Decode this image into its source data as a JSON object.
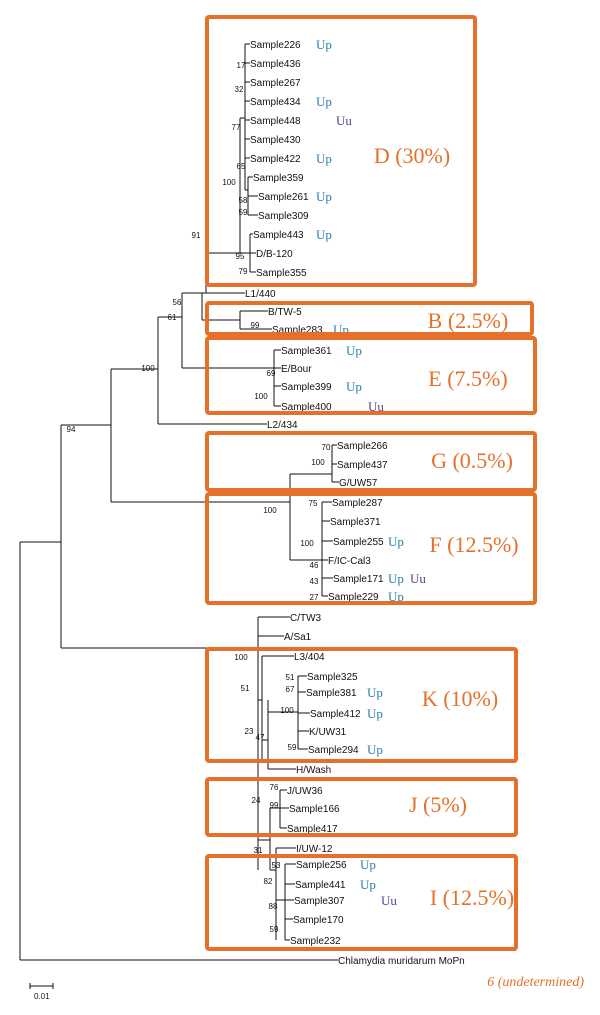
{
  "colors": {
    "box": "#e4702a",
    "up": "#2b7fb0",
    "uu": "#5b3f8c",
    "line": "#111111"
  },
  "groups": [
    {
      "id": "D",
      "label": "D (30%)"
    },
    {
      "id": "B",
      "label": "B (2.5%)"
    },
    {
      "id": "E",
      "label": "E (7.5%)"
    },
    {
      "id": "G",
      "label": "G (0.5%)"
    },
    {
      "id": "F",
      "label": "F (12.5%)"
    },
    {
      "id": "K",
      "label": "K (10%)"
    },
    {
      "id": "J",
      "label": "J (5%)"
    },
    {
      "id": "I",
      "label": "I (12.5%)"
    }
  ],
  "leaves": [
    {
      "name": "Sample226",
      "tags": [
        "Up"
      ]
    },
    {
      "name": "Sample436",
      "tags": []
    },
    {
      "name": "Sample267",
      "tags": []
    },
    {
      "name": "Sample434",
      "tags": [
        "Up"
      ]
    },
    {
      "name": "Sample448",
      "tags": [
        "Uu"
      ]
    },
    {
      "name": "Sample430",
      "tags": []
    },
    {
      "name": "Sample422",
      "tags": [
        "Up"
      ]
    },
    {
      "name": "Sample359",
      "tags": []
    },
    {
      "name": "Sample261",
      "tags": [
        "Up"
      ]
    },
    {
      "name": "Sample309",
      "tags": []
    },
    {
      "name": "Sample443",
      "tags": [
        "Up"
      ]
    },
    {
      "name": "D/B-120",
      "tags": []
    },
    {
      "name": "Sample355",
      "tags": []
    },
    {
      "name": "L1/440",
      "tags": []
    },
    {
      "name": "B/TW-5",
      "tags": []
    },
    {
      "name": "Sample283",
      "tags": [
        "Up"
      ]
    },
    {
      "name": "Sample361",
      "tags": [
        "Up"
      ]
    },
    {
      "name": "E/Bour",
      "tags": []
    },
    {
      "name": "Sample399",
      "tags": [
        "Up"
      ]
    },
    {
      "name": "Sample400",
      "tags": [
        "Uu"
      ]
    },
    {
      "name": "L2/434",
      "tags": []
    },
    {
      "name": "Sample266",
      "tags": []
    },
    {
      "name": "Sample437",
      "tags": []
    },
    {
      "name": "G/UW57",
      "tags": []
    },
    {
      "name": "Sample287",
      "tags": []
    },
    {
      "name": "Sample371",
      "tags": []
    },
    {
      "name": "Sample255",
      "tags": [
        "Up"
      ]
    },
    {
      "name": "F/IC-Cal3",
      "tags": []
    },
    {
      "name": "Sample171",
      "tags": [
        "Up",
        "Uu"
      ]
    },
    {
      "name": "Sample229",
      "tags": [
        "Up"
      ]
    },
    {
      "name": "C/TW3",
      "tags": []
    },
    {
      "name": "A/Sa1",
      "tags": []
    },
    {
      "name": "L3/404",
      "tags": []
    },
    {
      "name": "Sample325",
      "tags": []
    },
    {
      "name": "Sample381",
      "tags": [
        "Up"
      ]
    },
    {
      "name": "Sample412",
      "tags": [
        "Up"
      ]
    },
    {
      "name": "K/UW31",
      "tags": []
    },
    {
      "name": "Sample294",
      "tags": [
        "Up"
      ]
    },
    {
      "name": "H/Wash",
      "tags": []
    },
    {
      "name": "J/UW36",
      "tags": []
    },
    {
      "name": "Sample166",
      "tags": []
    },
    {
      "name": "Sample417",
      "tags": []
    },
    {
      "name": "I/UW-12",
      "tags": []
    },
    {
      "name": "Sample256",
      "tags": [
        "Up"
      ]
    },
    {
      "name": "Sample441",
      "tags": [
        "Up"
      ]
    },
    {
      "name": "Sample307",
      "tags": [
        "Uu"
      ]
    },
    {
      "name": "Sample170",
      "tags": []
    },
    {
      "name": "Sample232",
      "tags": []
    },
    {
      "name": "Chlamydia muridarum MoPn",
      "tags": []
    }
  ],
  "bootstrap": [
    "17",
    "32",
    "77",
    "65",
    "100",
    "58",
    "59",
    "95",
    "79",
    "91",
    "56",
    "61",
    "99",
    "100",
    "69",
    "100",
    "94",
    "70",
    "100",
    "75",
    "100",
    "100",
    "46",
    "43",
    "27",
    "51",
    "67",
    "100",
    "59",
    "100",
    "51",
    "23",
    "47",
    "76",
    "99",
    "24",
    "31",
    "53",
    "82",
    "88",
    "59"
  ],
  "scale_bar": {
    "label": "0.01"
  },
  "footnote": "6 (undetermined)"
}
